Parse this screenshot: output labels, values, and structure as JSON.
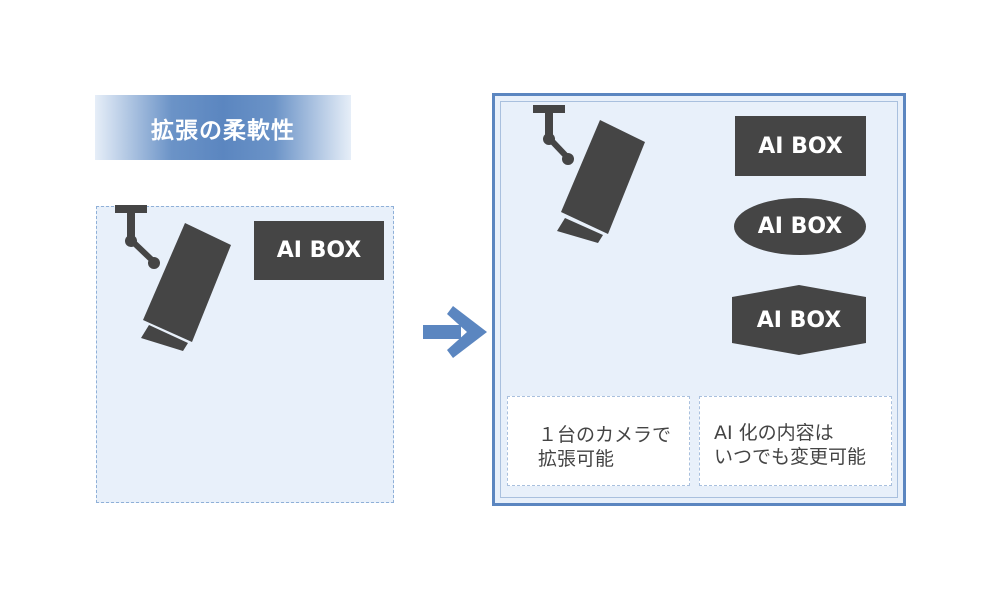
{
  "title": "拡張の柔軟性",
  "left": {
    "ai_box_label": "AI BOX"
  },
  "right": {
    "ai_box_rect_label": "AI BOX",
    "ai_box_ellipse_label": "AI BOX",
    "ai_box_hexagon_label": "AI BOX",
    "note_left": {
      "line1": "１台のカメラで",
      "line2": "拡張可能"
    },
    "note_right": {
      "line1": "AI 化の内容は",
      "line2": "いつでも変更可能"
    }
  },
  "colors": {
    "dark_gray": "#454545",
    "accent_blue": "#5b86c0",
    "panel_bg": "#e8f0fa",
    "dashed_border": "#8fb0d8"
  },
  "icons": [
    "camera-icon",
    "arrow-right-icon"
  ]
}
